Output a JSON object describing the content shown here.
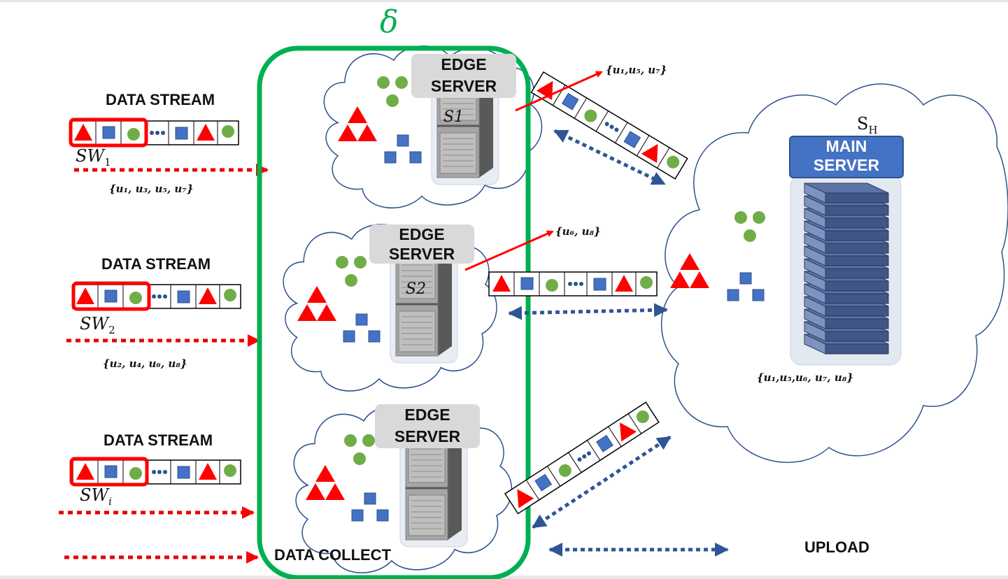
{
  "data_stream_label": "DATA STREAM",
  "windows": [
    {
      "name": "SW",
      "sub": "1",
      "users": "{u₁, u₃, u₅, u₇}"
    },
    {
      "name": "SW",
      "sub": "2",
      "users": "{u₂, u₄, u₆, u₈}"
    },
    {
      "name": "SW",
      "sub": "i",
      "users": ""
    }
  ],
  "boundary_symbol": "δ",
  "edge_server_label": [
    "EDGE",
    "SERVER"
  ],
  "edge_servers": [
    {
      "id": "S1",
      "forward_users": "{u₁,u₅, u₇}"
    },
    {
      "id": "S2",
      "forward_users": "{u₆, u₈}"
    },
    {
      "id": "",
      "forward_users": ""
    }
  ],
  "main_server": {
    "label": [
      "MAIN",
      "SERVER"
    ],
    "id": "S_H",
    "id_base": "S",
    "id_sub": "H",
    "aggregated_users": "{u₁,u₅,u₆, u₇, u₈}"
  },
  "phases": {
    "collect": "DATA COLLECT",
    "upload": "UPLOAD"
  },
  "colors": {
    "boundary": "#00b050",
    "triangle": "#ff0000",
    "square": "#4472c4",
    "circle": "#70ad47",
    "stream_arrow": "#e60000",
    "sync_arrow": "#2f5597",
    "cloud_stroke": "#2f528f",
    "main_server_box": "#4472c4",
    "edge_server_box": "#d9d9d9"
  }
}
